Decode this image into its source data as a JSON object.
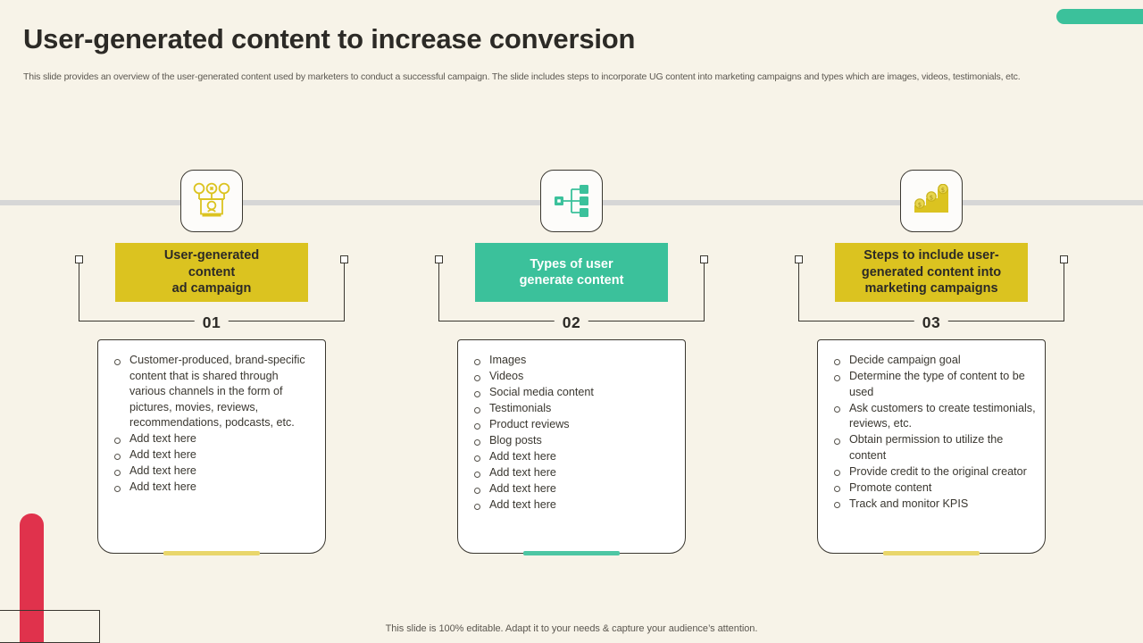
{
  "slide": {
    "title": "User-generated  content to increase conversion",
    "subtitle": "This slide provides an overview of the user-generated content used by marketers to conduct a successful campaign. The slide includes steps to incorporate UG content into marketing campaigns and types which are images, videos, testimonials, etc.",
    "footer_note": "This slide is 100% editable. Adapt it to your needs & capture your audience’s attention."
  },
  "theme": {
    "background": "#f7f3e8",
    "yellow": "#dbc320",
    "green": "#3bc19b",
    "red": "#e0324c",
    "ink": "#3a3730",
    "timeline_gray": "#d6d6d6"
  },
  "columns": [
    {
      "number": "01",
      "heading": "User-generated content\nad campaign",
      "heading_lines": [
        "User-generated",
        "content",
        "ad campaign"
      ],
      "band_color": "yellow",
      "icon": "user-network-icon",
      "accent_color": "yellow",
      "items": [
        "Customer-produced, brand-specific content that is shared through various channels in the form of pictures, movies, reviews, recommendations, podcasts, etc.",
        "Add text here",
        "Add text here",
        "Add text here",
        "Add text here"
      ]
    },
    {
      "number": "02",
      "heading": "Types of user generate content",
      "heading_lines": [
        "Types of user",
        "generate content"
      ],
      "band_color": "green",
      "icon": "sitemap-hierarchy-icon",
      "accent_color": "green",
      "items": [
        "Images",
        "Videos",
        "Social media content",
        "Testimonials",
        "Product reviews",
        "Blog posts",
        "Add text here",
        "Add text here",
        "Add text here",
        "Add text here"
      ]
    },
    {
      "number": "03",
      "heading": "Steps to include user-generated content into marketing campaigns",
      "heading_lines": [
        "Steps to include user-",
        "generated content into",
        "marketing campaigns"
      ],
      "band_color": "yellow",
      "icon": "growth-steps-coins-icon",
      "accent_color": "yellow",
      "items": [
        "Decide campaign goal",
        "Determine the type of content to be used",
        "Ask customers to create testimonials, reviews, etc.",
        "Obtain permission to utilize the content",
        "Provide credit to the original creator",
        "Promote content",
        "Track and monitor KPIS"
      ]
    }
  ],
  "decorations": {
    "top_right_bar": "green-rounded-bar",
    "bottom_left_bar": "red-rounded-bar",
    "bottom_left_rect": "outline-rectangle"
  }
}
